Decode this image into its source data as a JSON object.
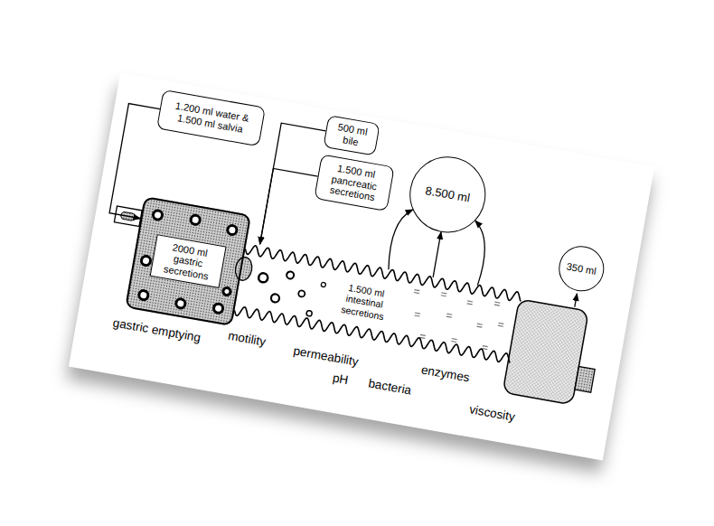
{
  "diagram": {
    "nodes": [
      {
        "text": [
          "1.200 ml water & 1.500 ml salvia"
        ]
      },
      {
        "text": [
          "500 ml bile"
        ]
      },
      {
        "text": [
          "1.500 ml pancreatic secretions"
        ]
      },
      {
        "text": [
          "2000 ml gastric secretions"
        ]
      },
      {
        "text": [
          "1.500 ml intestinal secretions"
        ]
      },
      {
        "text": [
          "8.500 ml"
        ]
      },
      {
        "text": [
          "350 ml"
        ]
      }
    ],
    "edges": [
      {
        "from": 0,
        "to": 3,
        "arrow": "to"
      },
      {
        "from": 1,
        "to": 4,
        "arrow": "to"
      },
      {
        "from": 2,
        "to": 4,
        "arrow": "to"
      },
      {
        "from": 4,
        "to": 5,
        "arrow": "to"
      }
    ],
    "labels": [
      "gastric emptying",
      "motility",
      "permeability",
      "pH",
      "bacteria",
      "enzymes",
      "viscosity"
    ]
  }
}
